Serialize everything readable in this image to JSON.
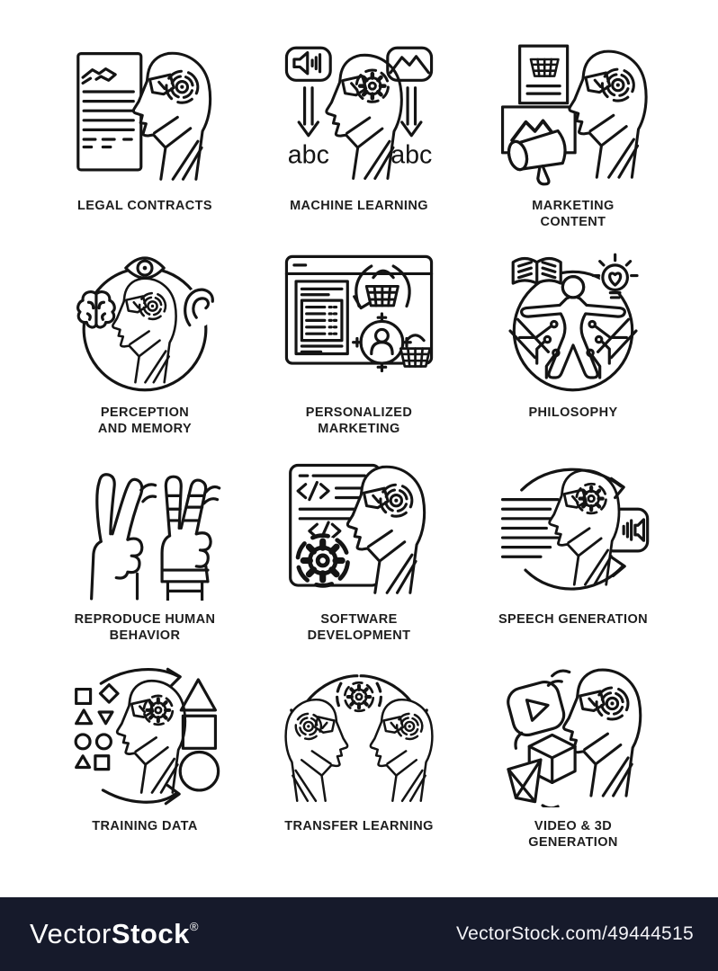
{
  "page": {
    "background": "#ffffff",
    "icon_line_color": "#141414",
    "label_color": "#1e1e1e"
  },
  "grid": {
    "items": [
      {
        "id": "legal-contracts",
        "icon": "document-handshake-robot-head-icon",
        "label_lines": [
          "LEGAL CONTRACTS"
        ]
      },
      {
        "id": "machine-learning",
        "icon": "audio-image-to-text-robot-head-icon",
        "label_lines": [
          "MACHINE LEARNING"
        ],
        "annotations": {
          "left_output": "abc",
          "right_output": "abc"
        }
      },
      {
        "id": "marketing-content",
        "icon": "robot-head-megaphone-media-icon",
        "label_lines": [
          "MARKETING",
          "CONTENT"
        ]
      },
      {
        "id": "perception-and-memory",
        "icon": "robot-head-eye-brain-ear-icon",
        "label_lines": [
          "PERCEPTION",
          "AND MEMORY"
        ]
      },
      {
        "id": "personalized-marketing",
        "icon": "webpage-basket-target-customer-icon",
        "label_lines": [
          "PERSONALIZED",
          "MARKETING"
        ]
      },
      {
        "id": "philosophy",
        "icon": "vitruvian-figure-book-bulb-icon",
        "label_lines": [
          "PHILOSOPHY"
        ]
      },
      {
        "id": "reproduce-human-behavior",
        "icon": "human-and-robot-peace-hands-icon",
        "label_lines": [
          "REPRODUCE HUMAN",
          "BEHAVIOR"
        ]
      },
      {
        "id": "software-development",
        "icon": "code-document-gear-robot-head-icon",
        "label_lines": [
          "SOFTWARE",
          "DEVELOPMENT"
        ]
      },
      {
        "id": "speech-generation",
        "icon": "text-to-speech-robot-head-icon",
        "label_lines": [
          "SPEECH GENERATION"
        ]
      },
      {
        "id": "training-data",
        "icon": "shapes-to-robot-head-icon",
        "label_lines": [
          "TRAINING DATA"
        ]
      },
      {
        "id": "transfer-learning",
        "icon": "two-robot-heads-gear-arrow-icon",
        "label_lines": [
          "TRANSFER LEARNING"
        ]
      },
      {
        "id": "video-3d-generation",
        "icon": "robot-head-play-button-cube-icon",
        "label_lines": [
          "VIDEO & 3D",
          "GENERATION"
        ]
      }
    ]
  },
  "watermark": {
    "bar_color": "#161a2b",
    "logo_prefix": "Vector",
    "logo_suffix": "Stock",
    "registered_mark": "®",
    "image_url_text": "VectorStock.com/49444515"
  }
}
